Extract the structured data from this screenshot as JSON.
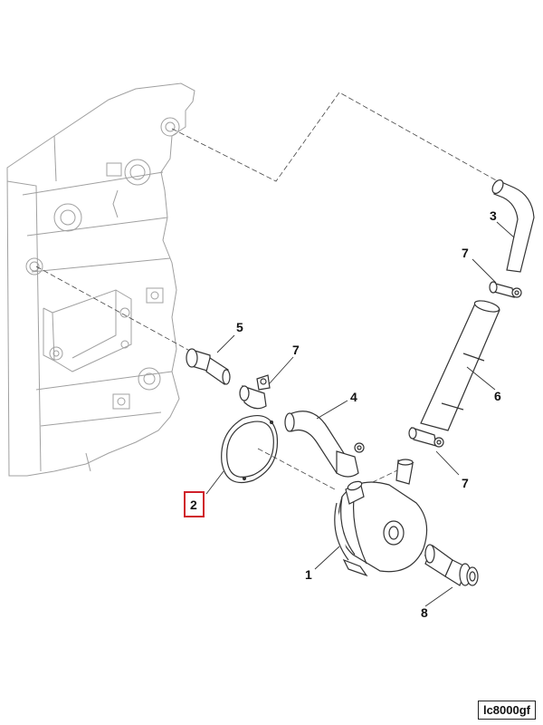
{
  "callouts": {
    "c1": "1",
    "c2": "2",
    "c3": "3",
    "c4": "4",
    "c5": "5",
    "c6": "6",
    "c7a": "7",
    "c7b": "7",
    "c7c": "7",
    "c8": "8"
  },
  "drawing_code": "lc8000gf",
  "highlight": {
    "callout": "2",
    "color": "#d0202a"
  },
  "colors": {
    "line": "#3a3a3a",
    "engine_outline": "#9a9a9a"
  }
}
